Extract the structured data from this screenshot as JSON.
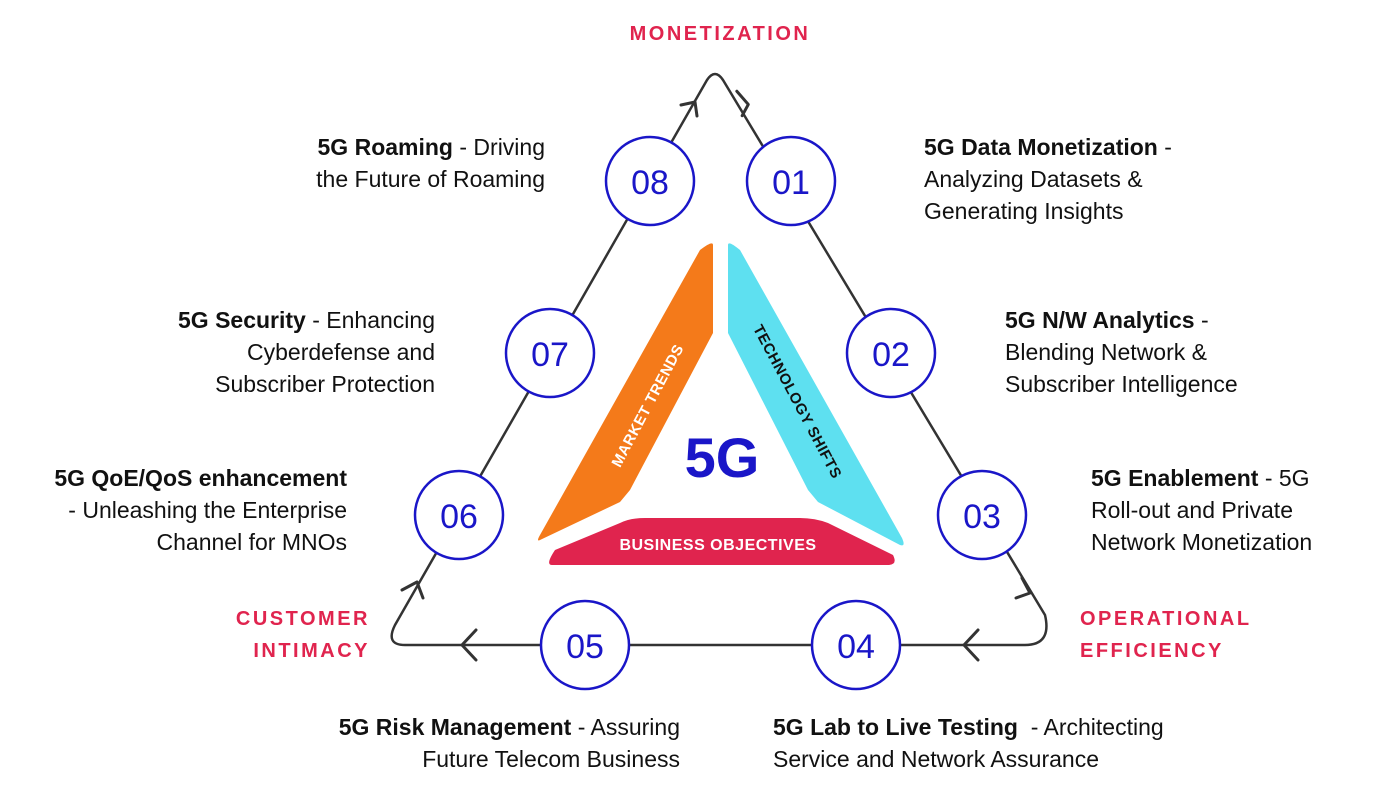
{
  "center_label": "5G",
  "segments": {
    "left": "MARKET TRENDS",
    "right": "TECHNOLOGY SHIFTS",
    "bottom": "BUSINESS OBJECTIVES"
  },
  "corners": {
    "top": "MONETIZATION",
    "right_line1": "OPERATIONAL",
    "right_line2": "EFFICIENCY",
    "left_line1": "CUSTOMER",
    "left_line2": "INTIMACY"
  },
  "nodes": [
    {
      "number": "01",
      "title": "5G Data Monetization",
      "desc_line1": " -",
      "desc_line2": "Analyzing Datasets &",
      "desc_line3": "Generating Insights"
    },
    {
      "number": "02",
      "title": "5G N/W Analytics",
      "desc_line1": " -",
      "desc_line2": "Blending Network &",
      "desc_line3": "Subscriber Intelligence"
    },
    {
      "number": "03",
      "title": "5G Enablement",
      "desc_line1": " - 5G",
      "desc_line2": "Roll-out and Private",
      "desc_line3": "Network Monetization"
    },
    {
      "number": "04",
      "title": "5G Lab to Live Testing",
      "desc_line1": "  - Architecting",
      "desc_line2": "Service and Network Assurance"
    },
    {
      "number": "05",
      "title": "5G Risk Management",
      "desc_line1": " - Assuring",
      "desc_line2": "Future Telecom Business"
    },
    {
      "number": "06",
      "title": "5G QoE/QoS enhancement",
      "desc_line2": "- Unleashing the Enterprise",
      "desc_line3": "Channel for MNOs"
    },
    {
      "number": "07",
      "title": "5G Security",
      "desc_line1": " - Enhancing",
      "desc_line2": "Cyberdefense and",
      "desc_line3": "Subscriber Protection"
    },
    {
      "number": "08",
      "title": "5G Roaming",
      "desc_line1": " - Driving",
      "desc_line2": "the Future of Roaming"
    }
  ],
  "colors": {
    "accent_red": "#e0244e",
    "circle_blue": "#1a16c8",
    "market_orange": "#f47a1a",
    "tech_cyan": "#5ee0f0",
    "line_gray": "#333333"
  }
}
